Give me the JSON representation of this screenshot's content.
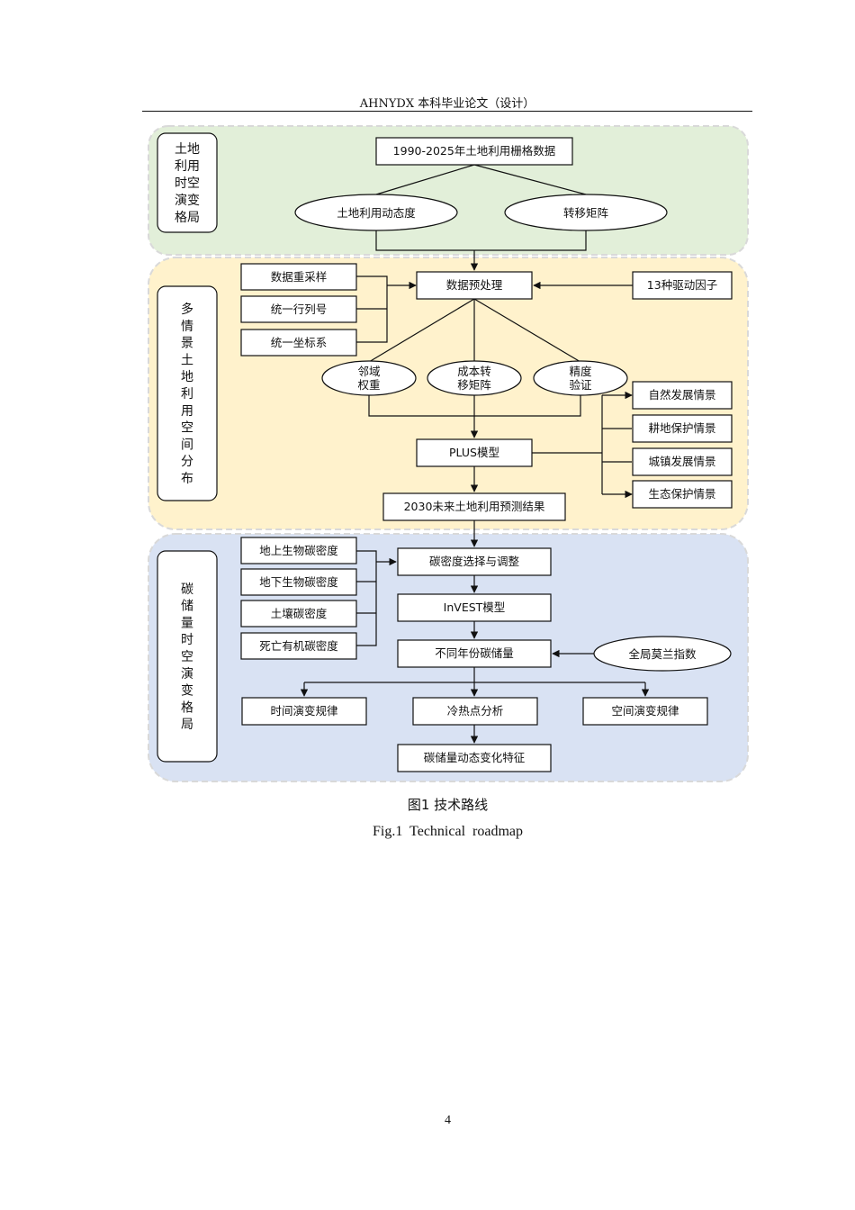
{
  "header": {
    "title": "AHNYDX 本科毕业论文（设计）"
  },
  "sections": {
    "s1": {
      "label": "土地利用时空演变格局",
      "fill": "#e2efd9"
    },
    "s2": {
      "label": "多情景土地利用空间分布",
      "fill": "#fff2cc"
    },
    "s3": {
      "label": "碳储量时空演变格局",
      "fill": "#d9e2f3"
    }
  },
  "nodes": {
    "raster": "1990-2025年土地利用栅格数据",
    "dynamics": "土地利用动态度",
    "transfer_matrix": "转移矩阵",
    "resample": "数据重采样",
    "rowcol": "统一行列号",
    "coords": "统一坐标系",
    "preprocess": "数据预处理",
    "drivers": "13种驱动因子",
    "neighbor": "邻域\n权重",
    "cost_matrix": "成本转\n移矩阵",
    "accuracy": "精度\n验证",
    "plus": "PLUS模型",
    "natural": "自然发展情景",
    "farmland": "耕地保护情景",
    "urban": "城镇发展情景",
    "ecological": "生态保护情景",
    "prediction_2030": "2030未来土地利用预测结果",
    "above_carbon": "地上生物碳密度",
    "below_carbon": "地下生物碳密度",
    "soil_carbon": "土壤碳密度",
    "dead_carbon": "死亡有机碳密度",
    "density_select": "碳密度选择与调整",
    "invest": "InVEST模型",
    "carbon_storage": "不同年份碳储量",
    "moran": "全局莫兰指数",
    "time_law": "时间演变规律",
    "hotspot": "冷热点分析",
    "space_law": "空间演变规律",
    "dynamic_features": "碳储量动态变化特征"
  },
  "caption": {
    "zh": "图1  技术路线",
    "en": "Fig.1  Technical  roadmap"
  },
  "page_number": "4"
}
